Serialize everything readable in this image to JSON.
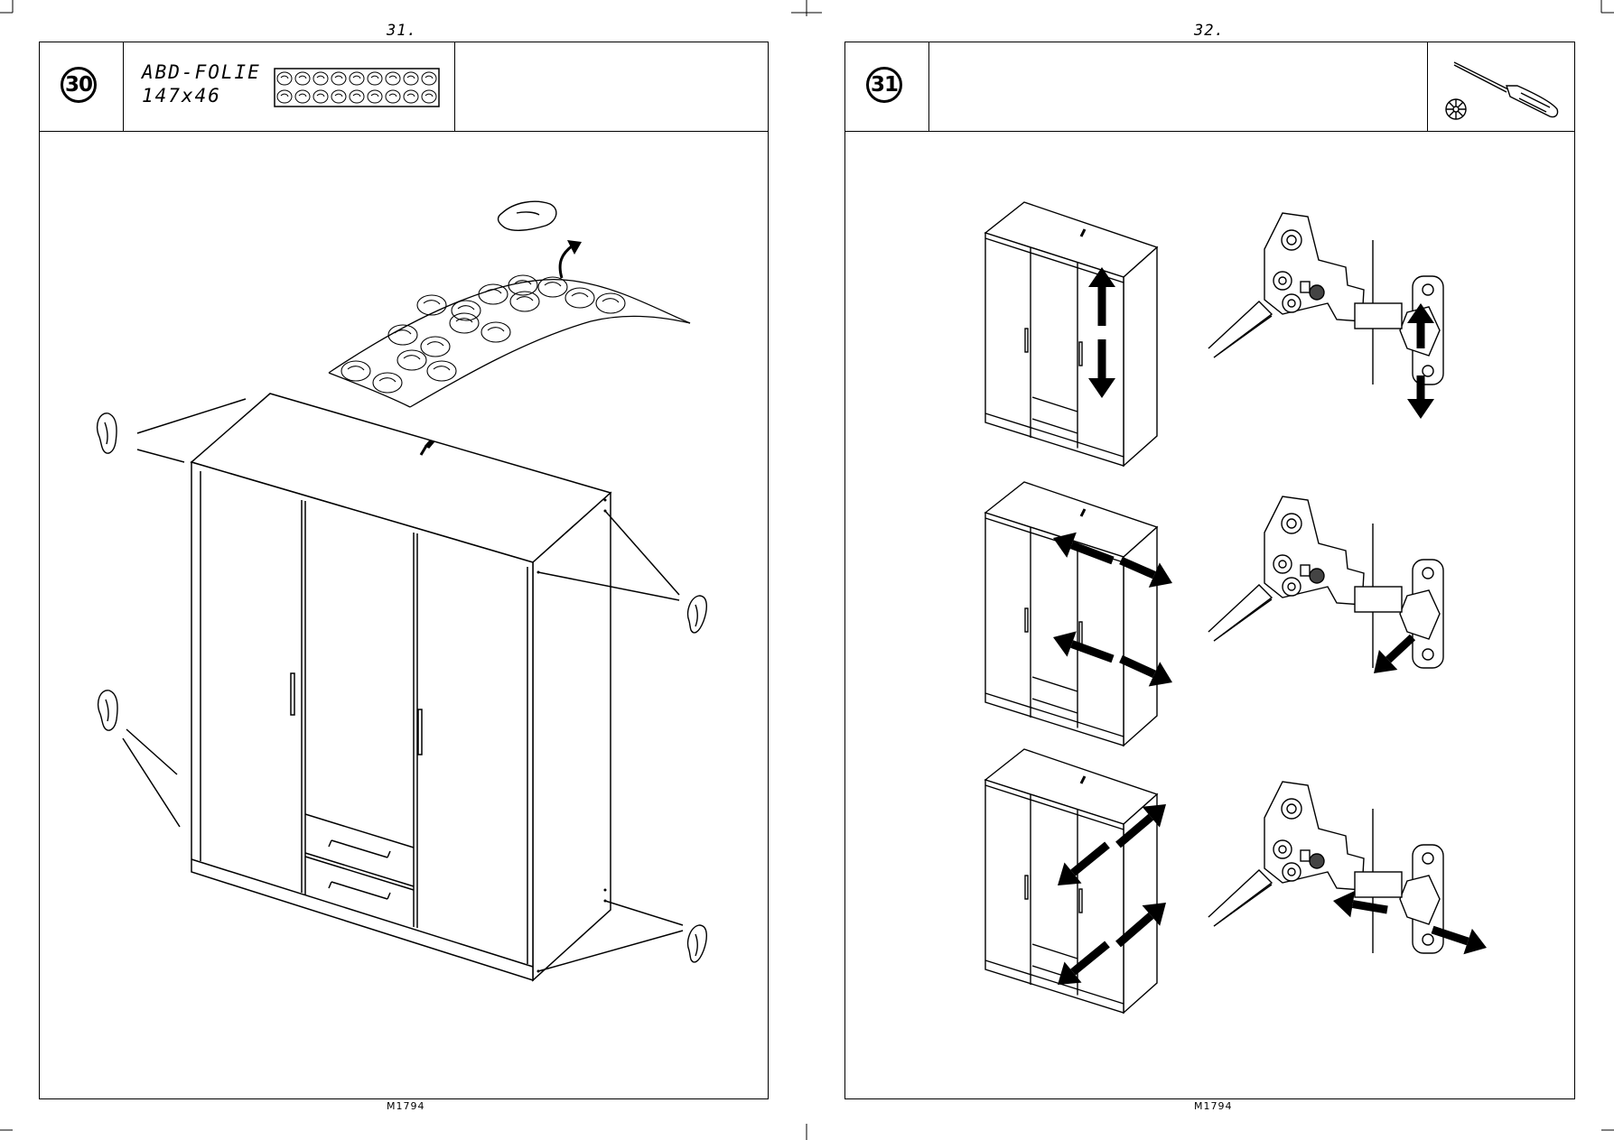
{
  "pages": [
    {
      "page_number": "31.",
      "step": "30",
      "part_name": "ABD-FOLIE",
      "part_size": "147x46",
      "footer": "M1794",
      "foil_sheet_pads": 18,
      "illustration": "pads-applied-to-wardrobe-corners"
    },
    {
      "page_number": "32.",
      "step": "31",
      "footer": "M1794",
      "tool": "screwdriver-icon",
      "adjustments": [
        {
          "name": "height-adjustment",
          "directions": [
            "up",
            "down"
          ]
        },
        {
          "name": "side-adjustment",
          "directions": [
            "left",
            "right"
          ]
        },
        {
          "name": "depth-adjustment",
          "directions": [
            "forward",
            "back"
          ]
        }
      ]
    }
  ]
}
